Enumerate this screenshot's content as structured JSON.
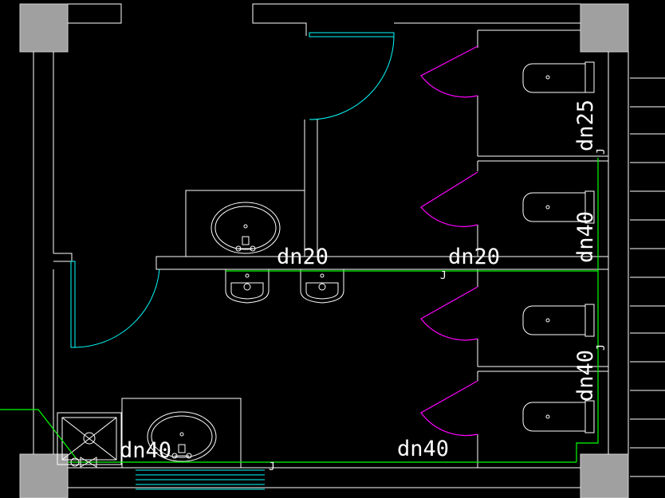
{
  "colors": {
    "background": "#000000",
    "wall": "#ffffff",
    "door": "#00ffff",
    "stall_door": "#ff00ff",
    "pipe": "#00ff00",
    "column": "#a0a0a0",
    "dim": "#ffffff"
  },
  "labels": {
    "pipe_dn25": "dn25",
    "pipe_dn40_right_upper": "dn40",
    "pipe_dn40_right_lower": "dn40",
    "pipe_dn20_left": "dn20",
    "pipe_dn20_right": "dn20",
    "pipe_dn40_bottom_left": "dn40",
    "pipe_dn40_bottom_mid": "dn40",
    "fitting_j1": "J",
    "fitting_j2": "J",
    "fitting_j3": "J",
    "fitting_j4": "J"
  }
}
